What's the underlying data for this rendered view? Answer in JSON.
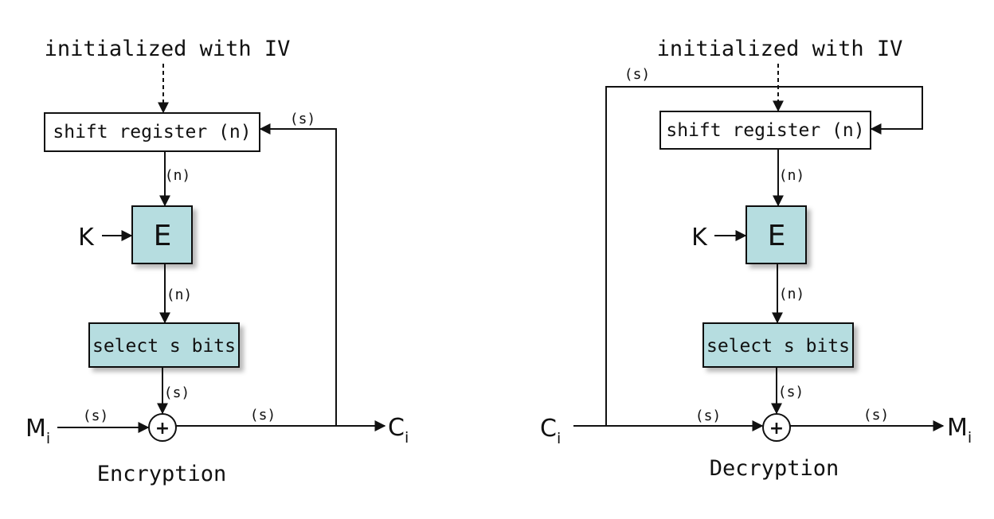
{
  "colors": {
    "block_fill": "#b6dde0",
    "stroke": "#111111",
    "background": "#ffffff"
  },
  "labels": {
    "iv": "initialized with IV",
    "shift_register": "shift register (n)",
    "block": "E",
    "key": "K",
    "select": "select s bits",
    "n": "(n)",
    "s": "(s)",
    "xor": "+",
    "M": "M",
    "C": "C",
    "sub": "i"
  },
  "encryption": {
    "caption": "Encryption"
  },
  "decryption": {
    "caption": "Decryption"
  }
}
